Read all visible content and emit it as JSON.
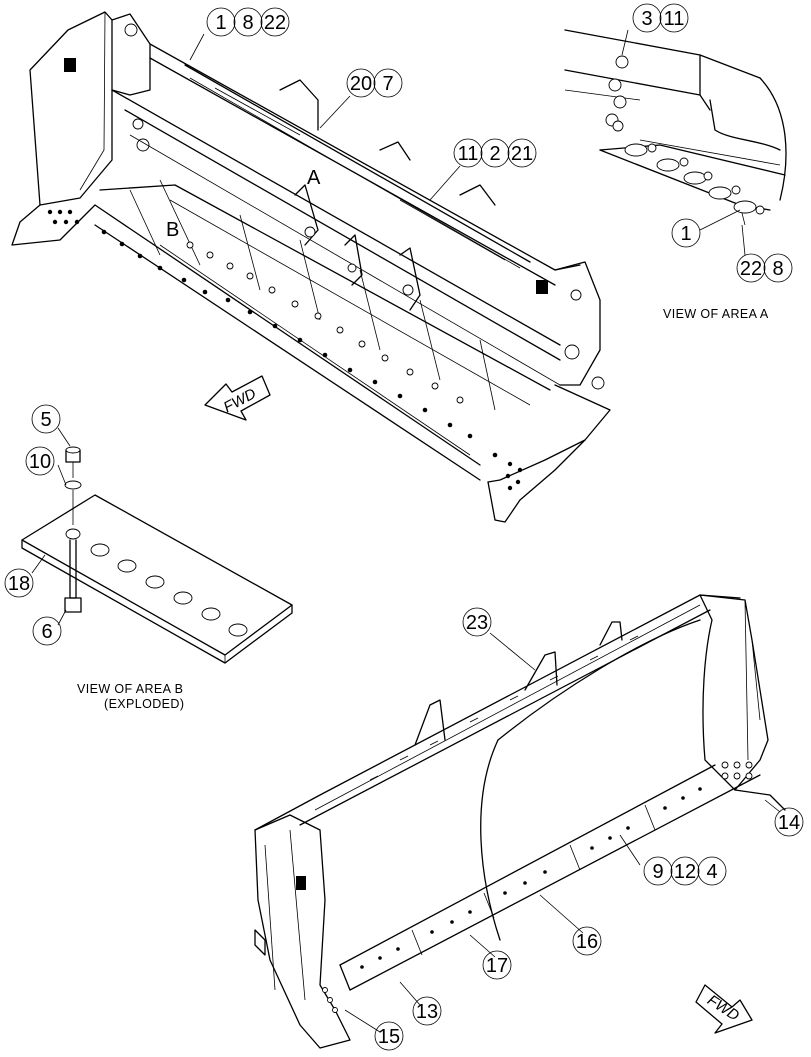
{
  "captions": {
    "view_area_a": "VIEW OF AREA A",
    "view_area_b_line1": "VIEW OF AREA B",
    "view_area_b_line2": "(EXPLODED)"
  },
  "area_labels": {
    "a": "A",
    "b": "B"
  },
  "fwd_labels": {
    "top": "FWD",
    "bottom": "FWD"
  },
  "callouts": {
    "rear_top_left": [
      "1",
      "8",
      "22"
    ],
    "rear_20_7": [
      "20",
      "7"
    ],
    "rear_11_2_21": [
      "11",
      "2",
      "21"
    ],
    "area_a_3_11": [
      "3",
      "11"
    ],
    "area_a_1": "1",
    "area_a_22_8": [
      "22",
      "8"
    ],
    "area_b_5": "5",
    "area_b_10": "10",
    "area_b_18": "18",
    "area_b_6": "6",
    "front_23": "23",
    "front_14": "14",
    "front_9_12_4": [
      "9",
      "12",
      "4"
    ],
    "front_16": "16",
    "front_17": "17",
    "front_13": "13",
    "front_15": "15"
  }
}
